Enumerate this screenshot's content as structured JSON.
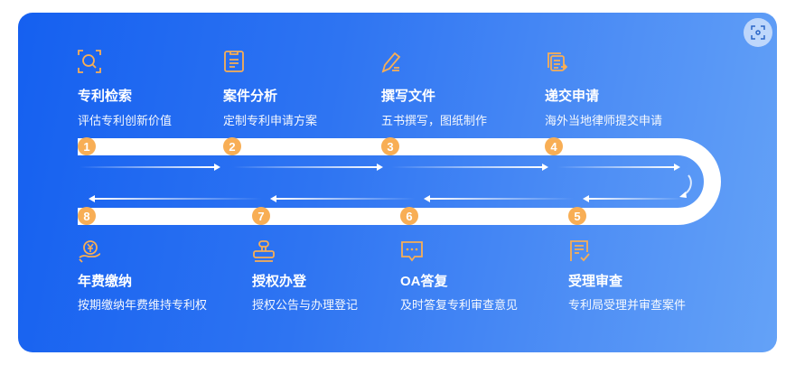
{
  "colors": {
    "accent": "#f8ae55",
    "track": "#ffffff",
    "bg_start": "#1560f0",
    "bg_end": "#64a2f7"
  },
  "scan_button": {
    "icon": "scan-icon"
  },
  "steps": [
    {
      "num": "1",
      "title": "专利检索",
      "sub": "评估专利创新价值",
      "icon": "search-scan-icon"
    },
    {
      "num": "2",
      "title": "案件分析",
      "sub": "定制专利申请方案",
      "icon": "clipboard-icon"
    },
    {
      "num": "3",
      "title": "撰写文件",
      "sub": "五书撰写，图纸制作",
      "icon": "pen-icon"
    },
    {
      "num": "4",
      "title": "递交申请",
      "sub": "海外当地律师提交申请",
      "icon": "document-submit-icon"
    },
    {
      "num": "5",
      "title": "受理审查",
      "sub": "专利局受理并审查案件",
      "icon": "document-check-icon"
    },
    {
      "num": "6",
      "title": "OA答复",
      "sub": "及时答复专利审查意见",
      "icon": "chat-icon"
    },
    {
      "num": "7",
      "title": "授权办登",
      "sub": "授权公告与办理登记",
      "icon": "stamp-icon"
    },
    {
      "num": "8",
      "title": "年费缴纳",
      "sub": "按期缴纳年费维持专利权",
      "icon": "yuan-hand-icon"
    }
  ]
}
